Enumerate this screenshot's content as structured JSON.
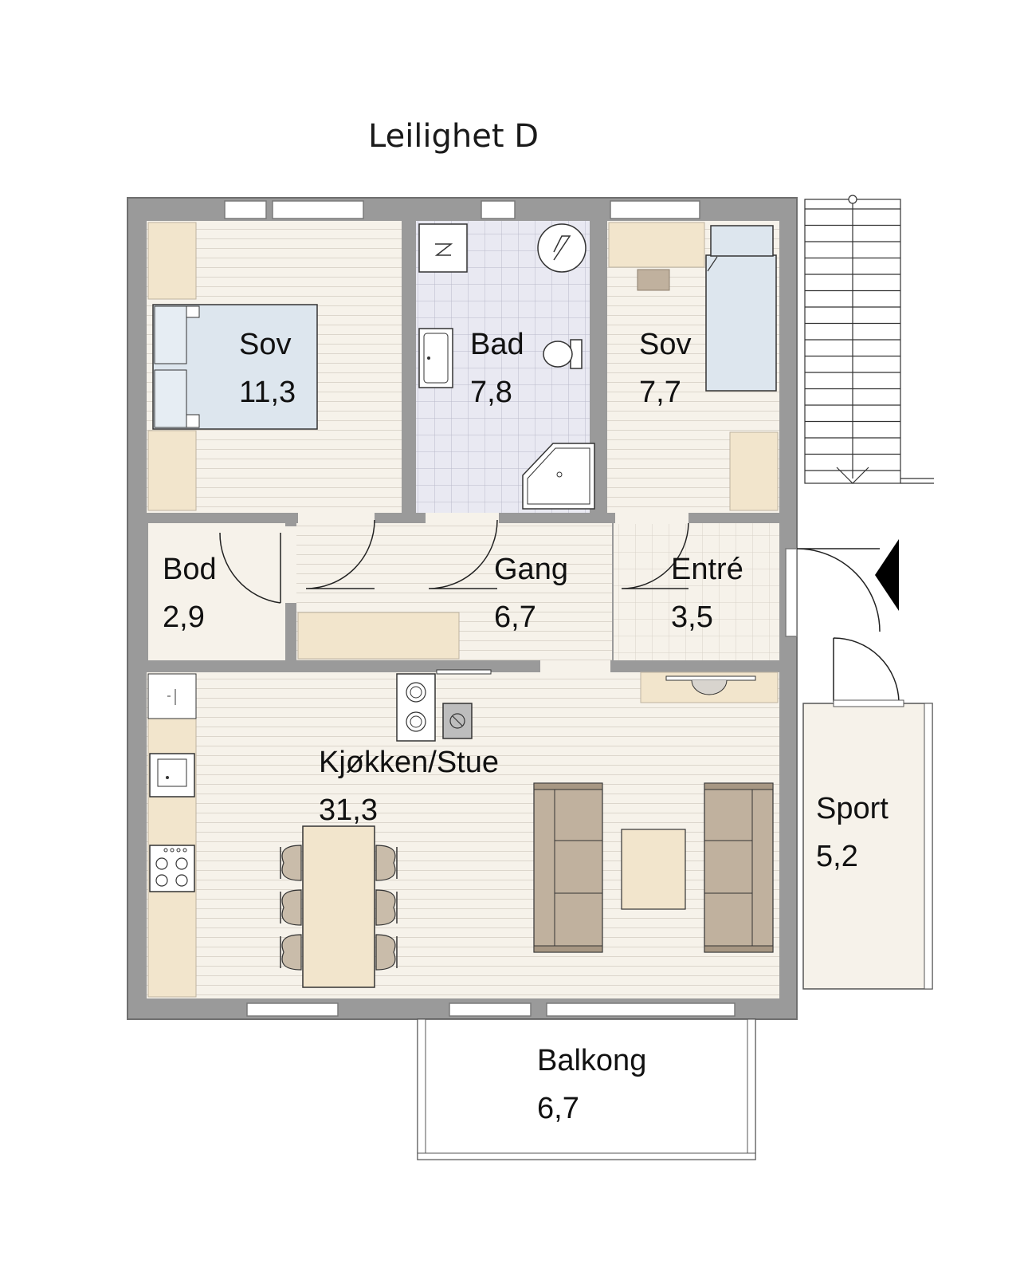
{
  "title": "Leilighet D",
  "colors": {
    "wall": "#9a9a9a",
    "wall_edge": "#6f6f6f",
    "floor": "#f6f2ea",
    "floor_line": "#dcd6cc",
    "tile": "#e9e9f2",
    "tile_line": "#b9b9c9",
    "cabinet": "#f2e5cc",
    "bed": "#dde6ee",
    "sofa": "#c0b19e",
    "table": "#f2e5cc"
  },
  "rooms": [
    {
      "id": "sov-1",
      "name": "Sov",
      "area": "11,3"
    },
    {
      "id": "bad",
      "name": "Bad",
      "area": "7,8"
    },
    {
      "id": "sov-2",
      "name": "Sov",
      "area": "7,7"
    },
    {
      "id": "bod",
      "name": "Bod",
      "area": "2,9"
    },
    {
      "id": "gang",
      "name": "Gang",
      "area": "6,7"
    },
    {
      "id": "entre",
      "name": "Entré",
      "area": "3,5"
    },
    {
      "id": "kjokken-stue",
      "name": "Kjøkken/Stue",
      "area": "31,3"
    },
    {
      "id": "sport",
      "name": "Sport",
      "area": "5,2"
    },
    {
      "id": "balkong",
      "name": "Balkong",
      "area": "6,7"
    }
  ]
}
